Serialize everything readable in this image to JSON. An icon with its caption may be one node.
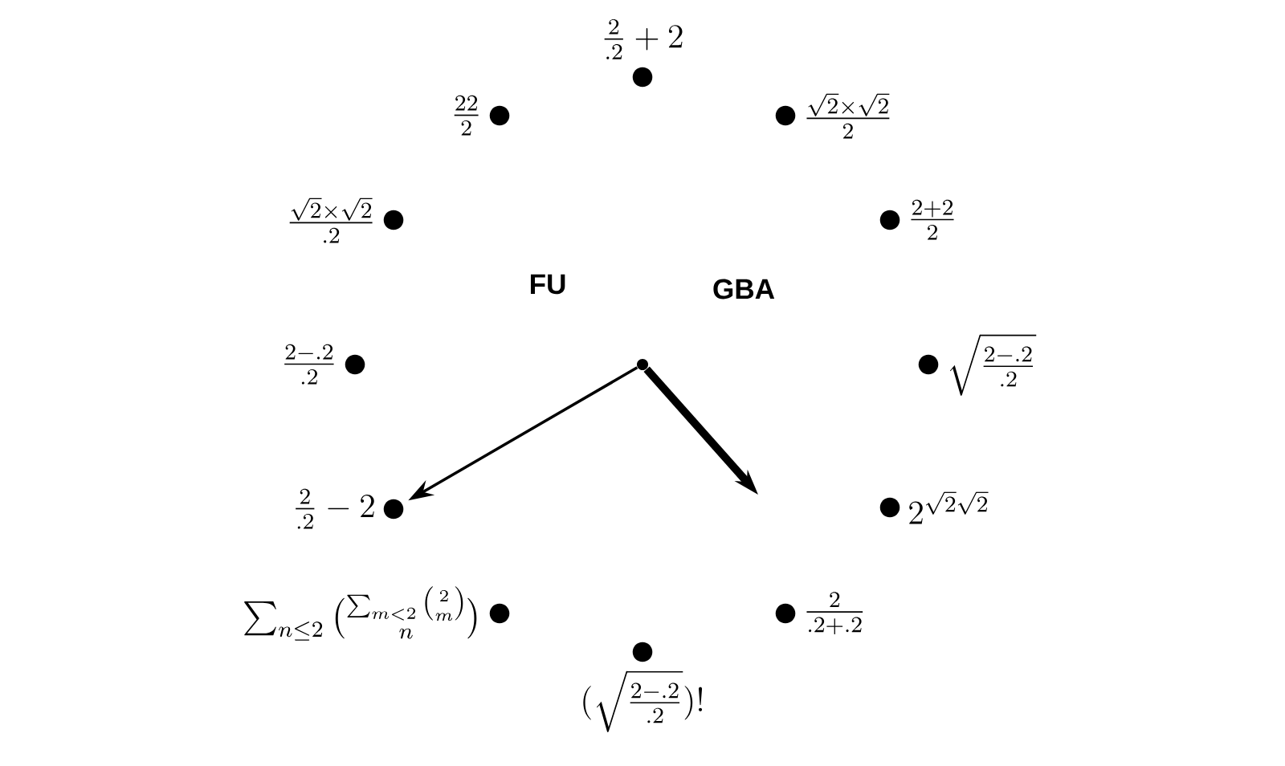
{
  "diagram": {
    "nodes": [
      {
        "text": [],
        "shape": "circle",
        "beside": [
          "\\frac{2}{.2}+2"
        ]
      },
      {
        "text": [],
        "shape": "circle",
        "beside": [
          "\\frac{\\sqrt{2}\\times\\sqrt{2}}{2}"
        ]
      },
      {
        "text": [],
        "shape": "circle",
        "beside": [
          "\\frac{2+2}{2}"
        ]
      },
      {
        "text": [],
        "shape": "circle",
        "beside": [
          "\\sqrt{\\frac{2-.2}{.2}}"
        ]
      },
      {
        "text": [],
        "shape": "circle",
        "beside": [
          "2^{\\sqrt{2}\\sqrt{2}}"
        ]
      },
      {
        "text": [],
        "shape": "circle",
        "beside": [
          "\\frac{2}{.2+.2}"
        ]
      },
      {
        "text": [],
        "shape": "circle",
        "beside": [
          "(\\sqrt{\\frac{2-.2}{.2}})!"
        ]
      },
      {
        "text": [],
        "shape": "circle",
        "beside": [
          "\\sum_{n\\leq 2}\\binom{\\sum_{m<2}\\binom{2}{m}}{n}"
        ]
      },
      {
        "text": [],
        "shape": "circle",
        "beside": [
          "\\frac{2}{.2}-2"
        ]
      },
      {
        "text": [],
        "shape": "circle",
        "beside": [
          "\\frac{2-.2}{.2}"
        ]
      },
      {
        "text": [],
        "shape": "circle",
        "beside": [
          "\\frac{\\sqrt{2}\\times\\sqrt{2}}{.2}"
        ]
      },
      {
        "text": [],
        "shape": "circle",
        "beside": [
          "\\frac{22}{2}"
        ]
      },
      {
        "text": [],
        "shape": "circle"
      }
    ],
    "edges": [
      {
        "from": 12,
        "to": 8,
        "arrow": "to"
      },
      {
        "from": 12,
        "to": null,
        "arrow": "to",
        "style": "thick"
      }
    ],
    "labels": [
      "FU",
      "GBA"
    ]
  }
}
